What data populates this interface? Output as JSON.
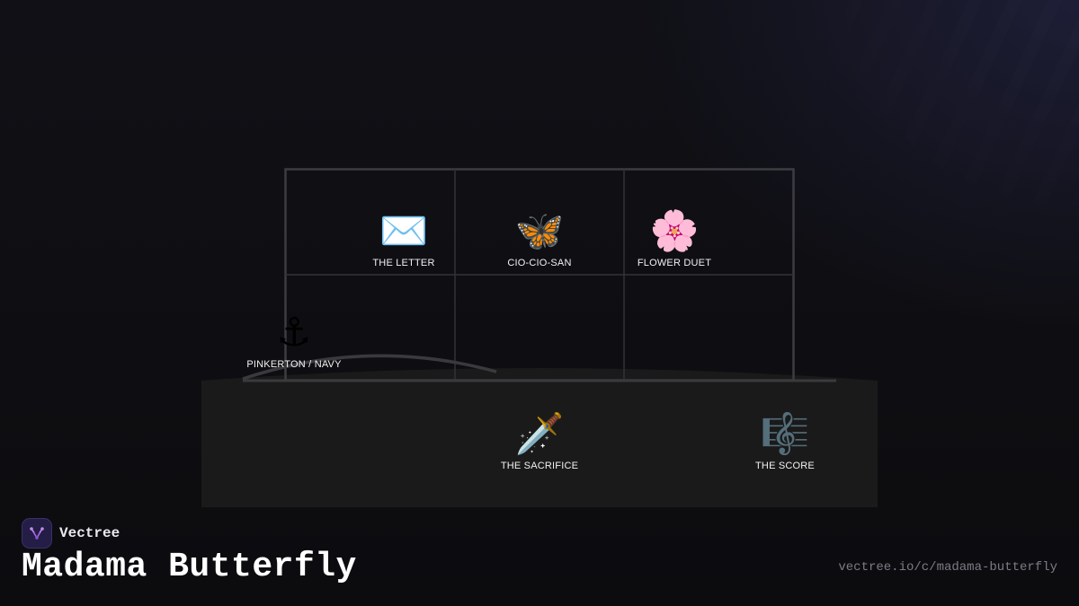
{
  "nodes": {
    "letter": {
      "icon": "envelope-icon",
      "glyph": "✉️",
      "label": "THE LETTER"
    },
    "ciociosan": {
      "icon": "butterfly-icon",
      "glyph": "🦋",
      "label": "CIO-CIO-SAN"
    },
    "flower": {
      "icon": "cherry-blossom-icon",
      "glyph": "🌸",
      "label": "FLOWER DUET"
    },
    "pinkerton": {
      "icon": "anchor-icon",
      "glyph": "⚓",
      "label": "PINKERTON / NAVY"
    },
    "sacrifice": {
      "icon": "dagger-icon",
      "glyph": "🗡️",
      "label": "THE SACRIFICE"
    },
    "score": {
      "icon": "musical-score-icon",
      "glyph": "🎼",
      "label": "THE SCORE"
    }
  },
  "brand": {
    "name": "Vectree",
    "icon": "vectree-logo-icon"
  },
  "page": {
    "title": "Madama Butterfly",
    "url": "vectree.io/c/madama-butterfly"
  },
  "colors": {
    "background": "#0f0f13",
    "grid_line": "#3a3a3e",
    "stage_platform": "#1a1a1a",
    "label": "#f2f2f2",
    "logo_bg": "#241d45",
    "logo_accent": "#a56be0",
    "url_text": "#7b7b85"
  }
}
